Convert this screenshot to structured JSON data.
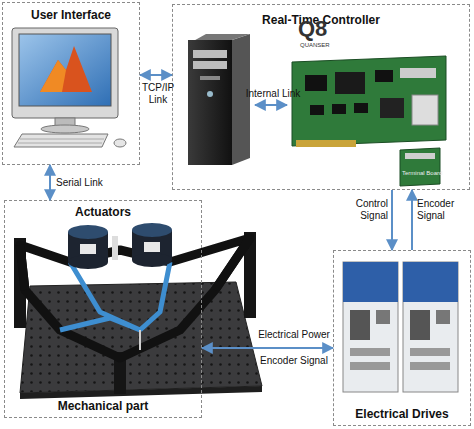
{
  "diagram": {
    "nodes": [
      {
        "text": [
          "User Interface"
        ]
      },
      {
        "text": [
          "Real-Time Controller"
        ]
      },
      {
        "text": [
          "Actuators",
          "Mechanical part"
        ]
      },
      {
        "text": [
          "Electrical Drives"
        ]
      }
    ],
    "edges": [
      {
        "from": 0,
        "to": 1,
        "label": "TCP/IP Link",
        "arrow": "both"
      },
      {
        "from": 0,
        "to": 2,
        "label": "Serial Link",
        "arrow": "both"
      },
      {
        "from": 1,
        "to": 3,
        "label": "Control Signal",
        "arrow": "to"
      },
      {
        "from": 3,
        "to": 1,
        "label": "Encoder Signal",
        "arrow": "to"
      },
      {
        "from": 2,
        "to": 3,
        "label": "Electrical Power Encoder Signal",
        "arrow": "both"
      }
    ],
    "labels": [
      "Internal Link",
      "Q8",
      "QUANSER",
      "Terminal Board"
    ]
  }
}
